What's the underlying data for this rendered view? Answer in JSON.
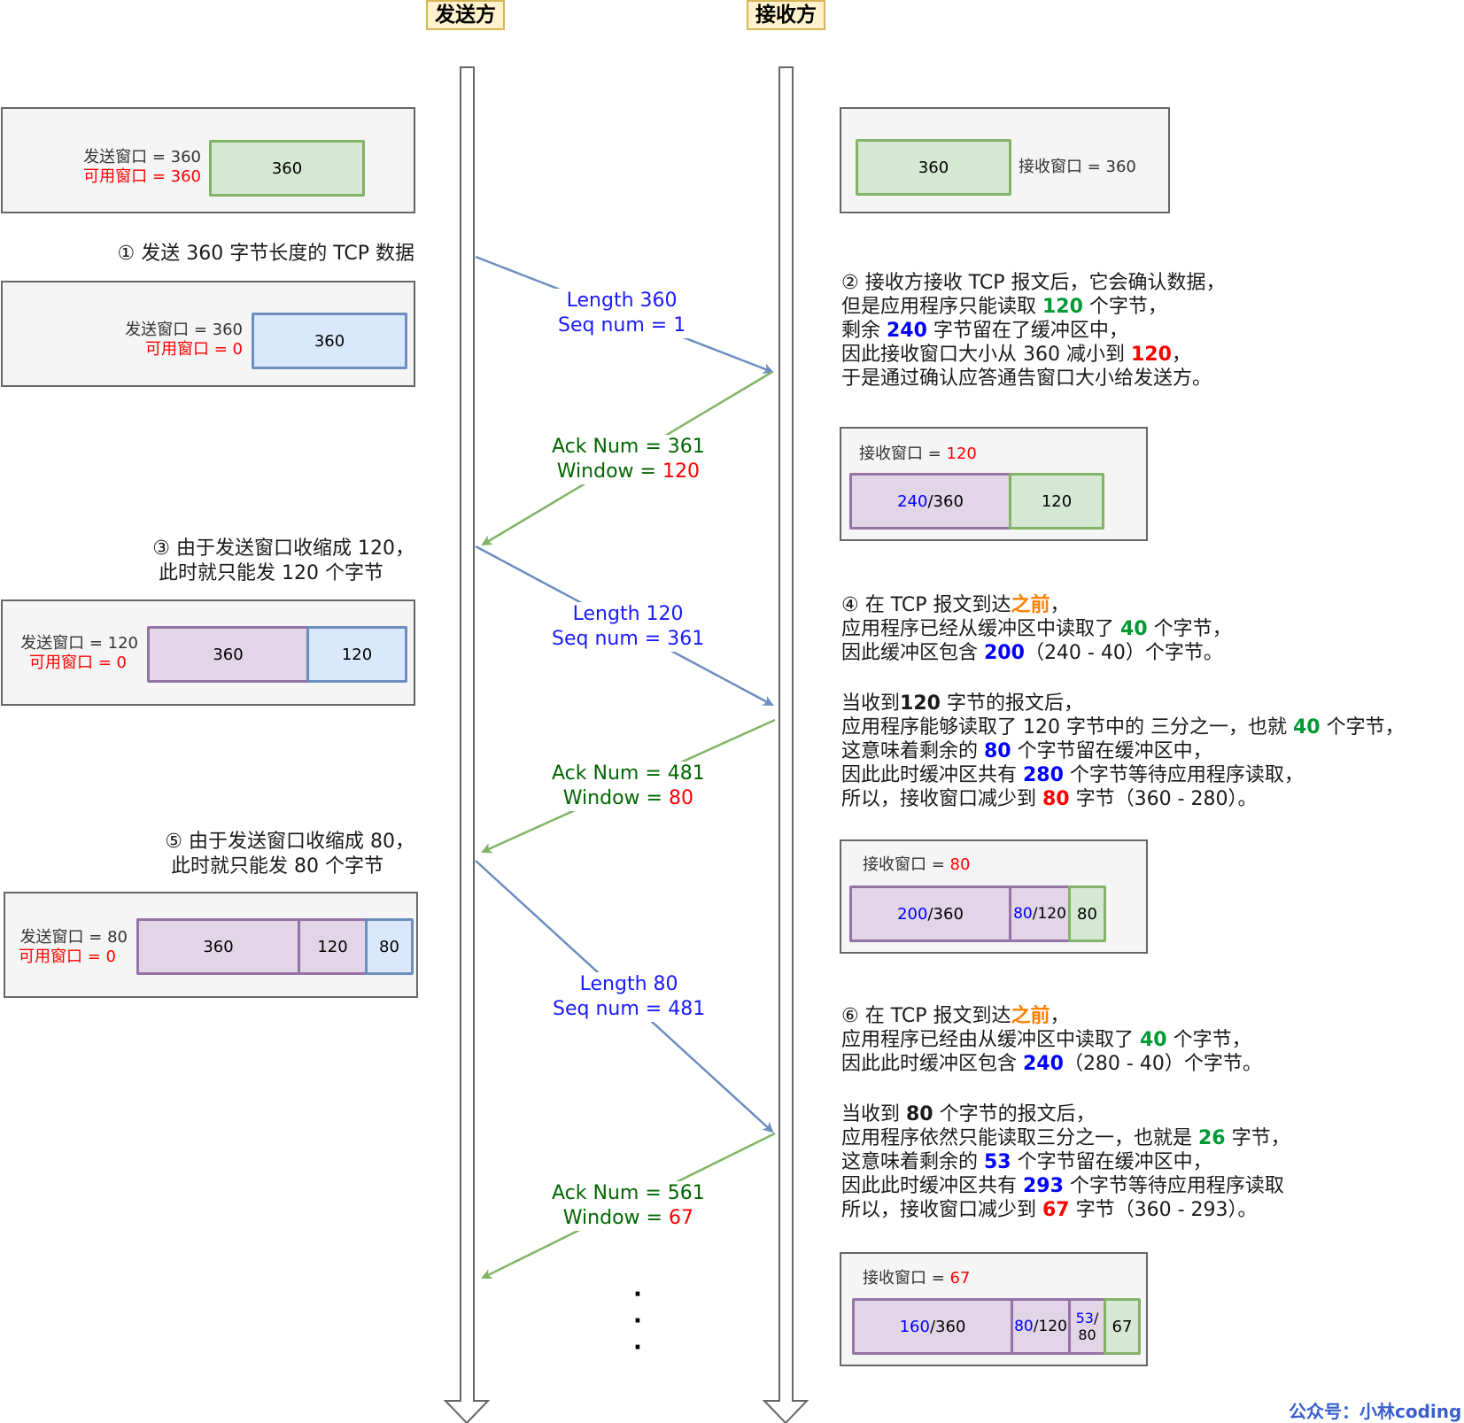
{
  "headers": {
    "sender": "发送方",
    "receiver": "接收方"
  },
  "colors": {
    "line_blue": "#6c8ebf",
    "line_green": "#82b366",
    "red": "#ff0000",
    "blue": "#0000ff",
    "green": "#009933",
    "orange": "#ff8000"
  },
  "sender_states": [
    {
      "send_window": "发送窗口 = 360",
      "usable": "可用窗口 = 360",
      "blocks": [
        "360"
      ]
    },
    {
      "send_window": "发送窗口 = 360",
      "usable": "可用窗口 = 0",
      "blocks": [
        "360"
      ]
    },
    {
      "send_window": "发送窗口 = 120",
      "usable": "可用窗口 = 0",
      "blocks": [
        "360",
        "120"
      ]
    },
    {
      "send_window": "发送窗口 = 80",
      "usable": "可用窗口 = 0",
      "blocks": [
        "360",
        "120",
        "80"
      ]
    }
  ],
  "receiver_states": [
    {
      "label": "接收窗口 = 360",
      "blocks": [
        "360"
      ]
    },
    {
      "label_prefix": "接收窗口 = ",
      "label_value": "120",
      "block1_used": "240",
      "block1_rest": "/360",
      "block2": "120"
    },
    {
      "label_prefix": "接收窗口 = ",
      "label_value": "80",
      "block1_used": "200",
      "block1_rest": "/360",
      "block2_used": "80",
      "block2_rest": "/120",
      "block3": "80"
    },
    {
      "label_prefix": "接收窗口 = ",
      "label_value": "67",
      "block1_used": "160",
      "block1_rest": "/360",
      "block2_used": "80",
      "block2_rest": "/120",
      "block3_used": "53",
      "block3_rest": "/",
      "block3_den": "80",
      "block4": "67"
    }
  ],
  "messages": [
    {
      "line1": "Length 360",
      "line2": "Seq num = 1"
    },
    {
      "line1": "Ack Num = 361",
      "line2_prefix": "Window = ",
      "line2_value": "120"
    },
    {
      "line1": "Length 120",
      "line2": "Seq num = 361"
    },
    {
      "line1": "Ack Num = 481",
      "line2_prefix": "Window = ",
      "line2_value": "80"
    },
    {
      "line1": "Length 80",
      "line2": "Seq num = 481"
    },
    {
      "line1": "Ack Num = 561",
      "line2_prefix": "Window = ",
      "line2_value": "67"
    }
  ],
  "captions": {
    "step1": "① 发送 360 字节长度的 TCP 数据",
    "step3_l1": "③ 由于发送窗口收缩成 120，",
    "step3_l2": "此时就只能发 120 个字节",
    "step5_l1": "⑤ 由于发送窗口收缩成 80，",
    "step5_l2": "此时就只能发 80 个字节",
    "step2": {
      "l1": "② 接收方接收 TCP 报文后，它会确认数据，",
      "l2a": "但是应用程序只能读取  ",
      "l2b": "120",
      "l2c": " 个字节，",
      "l3a": "剩余 ",
      "l3b": "240",
      "l3c": " 字节留在了缓冲区中，",
      "l4a": "因此接收窗口大小从 360 减小到 ",
      "l4b": "120",
      "l4c": "，",
      "l5": "于是通过确认应答通告窗口大小给发送方。"
    },
    "step4": {
      "l1a": "④  在 TCP 报文到达",
      "l1b": "之前",
      "l1c": "，",
      "l2a": "应用程序已经从缓冲区中读取了 ",
      "l2b": "40",
      "l2c": " 个字节，",
      "l3a": "因此缓冲区包含 ",
      "l3b": "200",
      "l3c": "（240 - 40）个字节。",
      "l4a": "当收到",
      "l4b": "120",
      "l4c": " 字节的报文后，",
      "l5a": "应用程序能够读取了 120 字节中的 三分之一，也就 ",
      "l5b": "40",
      "l5c": " 个字节，",
      "l6a": "这意味着剩余的 ",
      "l6b": "80",
      "l6c": " 个字节留在缓冲区中，",
      "l7a": "因此此时缓冲区共有 ",
      "l7b": "280",
      "l7c": " 个字节等待应用程序读取，",
      "l8a": "所以，接收窗口减少到 ",
      "l8b": "80",
      "l8c": " 字节（360 - 280）。"
    },
    "step6": {
      "l1a": "⑥  在 TCP 报文到达",
      "l1b": "之前",
      "l1c": "，",
      "l2a": "应用程序已经由从缓冲区中读取了 ",
      "l2b": "40",
      "l2c": " 个字节，",
      "l3a": "因此此时缓冲区包含 ",
      "l3b": "240",
      "l3c": "（280 - 40）个字节。",
      "l4a": "当收到 ",
      "l4b": "80",
      "l4c": " 个字节的报文后，",
      "l5a": "应用程序依然只能读取三分之一，也就是 ",
      "l5b": "26",
      "l5c": " 字节，",
      "l6a": "这意味着剩余的 ",
      "l6b": "53",
      "l6c": " 个字节留在缓冲区中，",
      "l7a": "因此此时缓冲区共有 ",
      "l7b": "293",
      "l7c": " 个字节等待应用程序读取",
      "l8a": "所以，接收窗口减少到 ",
      "l8b": "67",
      "l8c": " 字节（360 - 293）。"
    }
  },
  "ellipsis": [
    "·",
    "·",
    "·"
  ],
  "watermark": "公众号：小林coding"
}
